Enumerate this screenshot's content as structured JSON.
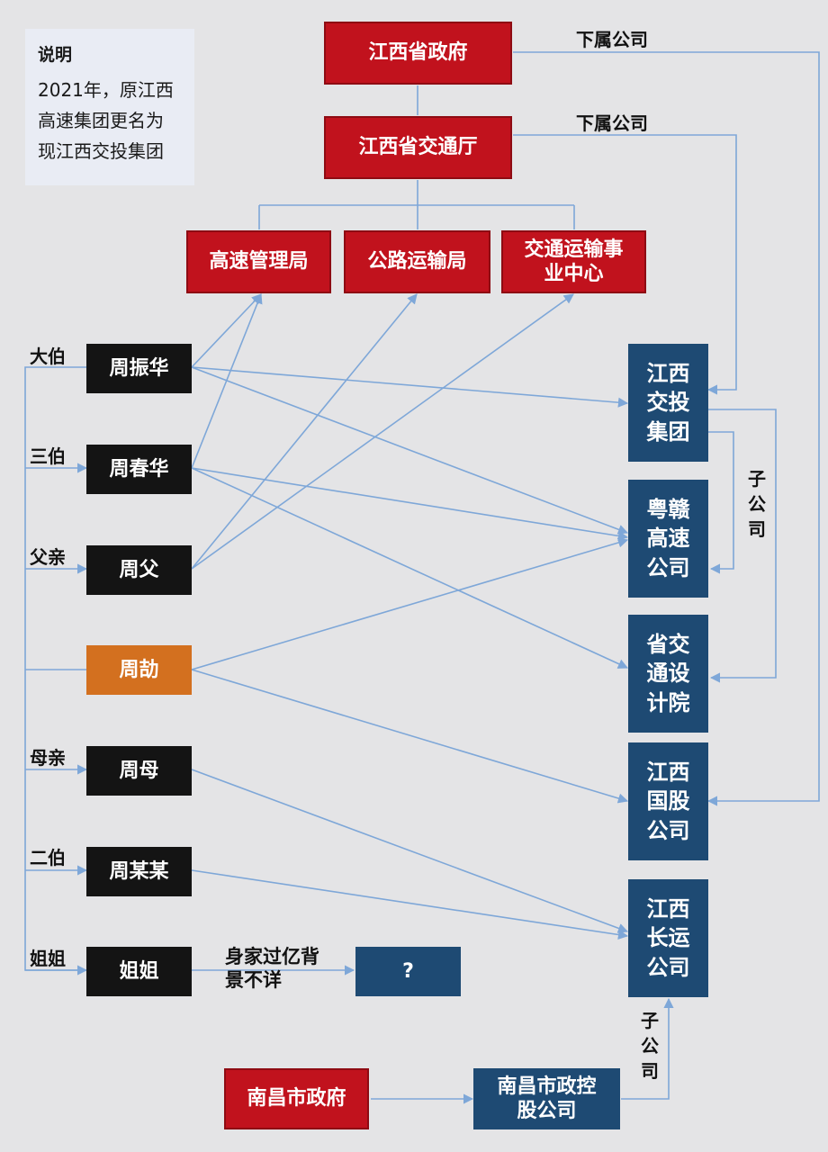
{
  "note": {
    "title": "说明",
    "lines": [
      "2021年，原江西",
      "高速集团更名为",
      "现江西交投集团"
    ]
  },
  "government": {
    "province": "江西省政府",
    "transport_dept": "江西省交通厅",
    "expressway_bureau": "高速管理局",
    "highway_bureau": "公路运输局",
    "transport_center": "交通运输事业中心"
  },
  "edge_labels": {
    "subsidiary_top": "下属公司",
    "subsidiary_mid": "下属公司",
    "child_company_right": "子公司",
    "child_company_bottom": "子公司"
  },
  "family": [
    {
      "relation": "大伯",
      "name": "周振华"
    },
    {
      "relation": "三伯",
      "name": "周春华"
    },
    {
      "relation": "父亲",
      "name": "周父"
    },
    {
      "relation": "",
      "name": "周劼"
    },
    {
      "relation": "母亲",
      "name": "周母"
    },
    {
      "relation": "二伯",
      "name": "周某某"
    },
    {
      "relation": "姐姐",
      "name": "姐姐"
    }
  ],
  "companies": {
    "jiaotou": "江西交投集团",
    "yuegan": "粤赣高速公司",
    "design": "省交通设计院",
    "guogu": "江西国股公司",
    "changyun": "江西长运公司"
  },
  "sister_note": "身家过亿背景不详",
  "unknown": "?",
  "nanchang": {
    "government": "南昌市政府",
    "holding": "南昌市政控股公司"
  },
  "colors": {
    "gov_red": "#c1121d",
    "person_black": "#141414",
    "highlight_orange": "#d3701f",
    "company_blue": "#1e4a73",
    "connector": "#7ea7d8"
  }
}
